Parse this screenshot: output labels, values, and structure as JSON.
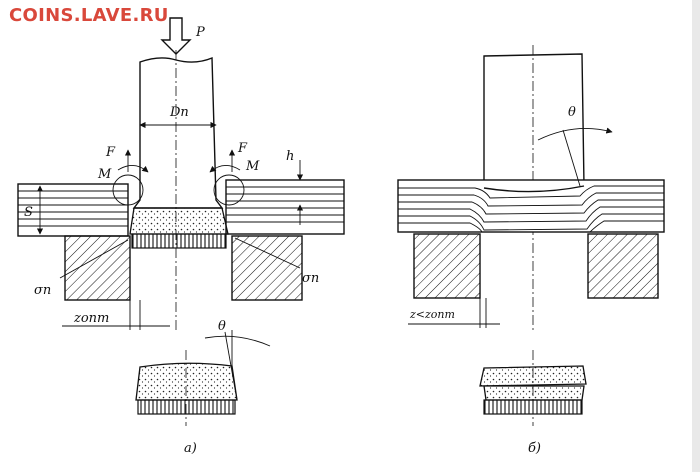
{
  "watermark": "COINS.LAVE.RU",
  "labels": {
    "force_p": "P",
    "punch_diameter": "Dп",
    "force_f_left": "F",
    "moment_m_left": "M",
    "force_f_right": "F",
    "moment_m_right": "M",
    "feed_h": "h",
    "thickness_s": "S",
    "stress_left": "σп",
    "stress_right": "σп",
    "clearance_opt": "zопт",
    "angle_theta_a": "θ",
    "angle_theta_b": "θ",
    "clearance_less": "z<zопт",
    "angle_theta_part": "θ",
    "caption_a": "а)",
    "caption_b": "б)"
  }
}
